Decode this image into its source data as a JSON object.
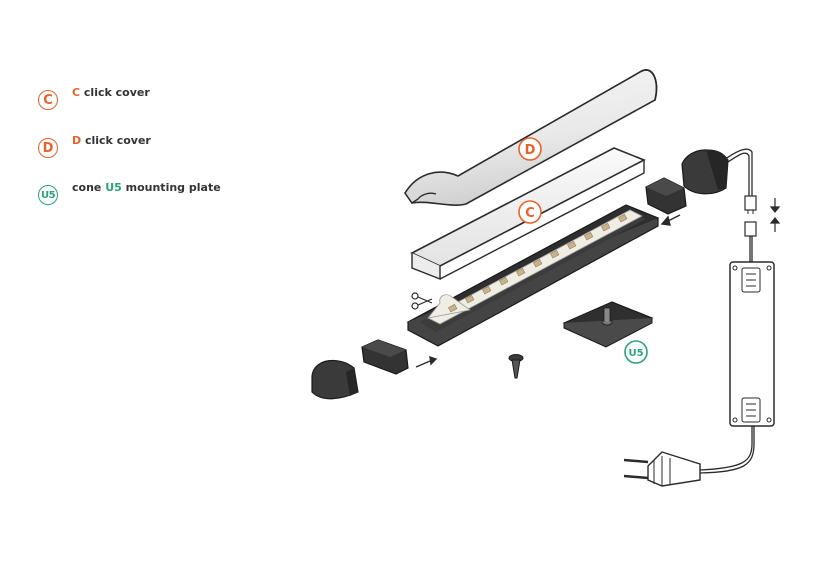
{
  "colors": {
    "orange": "#e8622a",
    "green": "#2aa37a",
    "dark": "#333333",
    "stroke": "#2b2b2b",
    "light_fill": "#f4f4f4",
    "mid_fill": "#cfcfcf",
    "black_fill": "#2e2e2e"
  },
  "legend": [
    {
      "badge": "C",
      "prefix": "C",
      "text": " click cover",
      "color": "#e8622a"
    },
    {
      "badge": "D",
      "prefix": "D",
      "text": " click cover",
      "color": "#e8622a"
    },
    {
      "badge": "U5",
      "before": "cone ",
      "prefix": "U5",
      "text": " mounting plate",
      "color": "#2aa37a"
    }
  ],
  "callouts": {
    "d_cover": "D",
    "c_cover": "C",
    "u5_plate": "U5"
  },
  "icons": [
    "scissors-icon",
    "arrow-icon",
    "screw-icon",
    "power-plug-icon",
    "led-driver-icon",
    "connector-icon"
  ]
}
